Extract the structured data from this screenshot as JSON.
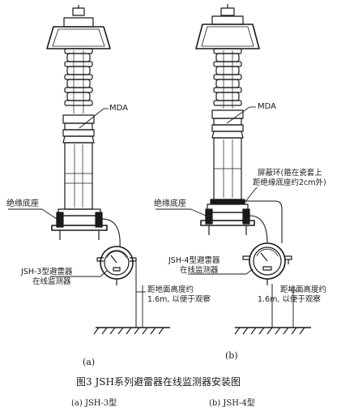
{
  "figure": {
    "title": "图3   JSH系列避雷器在线监测器安装图",
    "sub_a": "(a)   JSH-3型",
    "sub_b": "(b)   JSH-4型"
  },
  "panel_a": {
    "tag": "(a)",
    "label_mda": "MDA",
    "label_base": "绝缘底座",
    "label_monitor_1": "JSH-3型避雷器",
    "label_monitor_2": "在线监测器",
    "label_height_1": "距地面高度约",
    "label_height_2": "1.6m, 以便于观察"
  },
  "panel_b": {
    "tag": "(b)",
    "label_mda": "MDA",
    "label_ring_1": "屏蔽环(箍在瓷套上",
    "label_ring_2": "距绝缘底座约2cm外)",
    "label_base": "绝缘底座",
    "label_monitor_1": "JSH-4型避雷器",
    "label_monitor_2": "在线监测器",
    "label_height_1": "距地面高度约",
    "label_height_2": "1.6m, 以便于观察"
  }
}
